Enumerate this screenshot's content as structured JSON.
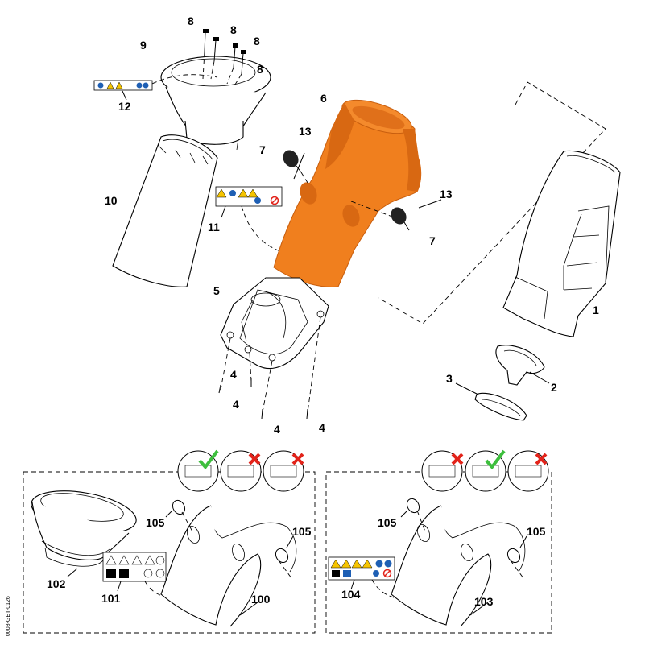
{
  "callouts": {
    "c1": "1",
    "c2": "2",
    "c3": "3",
    "c4a": "4",
    "c4b": "4",
    "c4c": "4",
    "c4d": "4",
    "c5": "5",
    "c6": "6",
    "c7a": "7",
    "c7b": "7",
    "c8a": "8",
    "c8b": "8",
    "c8c": "8",
    "c8d": "8",
    "c9": "9",
    "c10": "10",
    "c11": "11",
    "c12": "12",
    "c13a": "13",
    "c13b": "13",
    "c100": "100",
    "c101": "101",
    "c102": "102",
    "c103": "103",
    "c104": "104",
    "c105a": "105",
    "c105b": "105",
    "c105c": "105",
    "c105d": "105"
  },
  "side_code": "0008-GET-0126",
  "colors": {
    "orange_part": "#F07F1E",
    "orange_shadow": "#D86812",
    "check_green": "#3DBE3D",
    "cross_red": "#E2231A",
    "sticker_yellow": "#F5C400",
    "sticker_blue": "#1E5FB4"
  },
  "variant_marks": {
    "left_panel": [
      "check",
      "cross",
      "cross"
    ],
    "right_panel": [
      "cross",
      "check",
      "cross"
    ]
  }
}
